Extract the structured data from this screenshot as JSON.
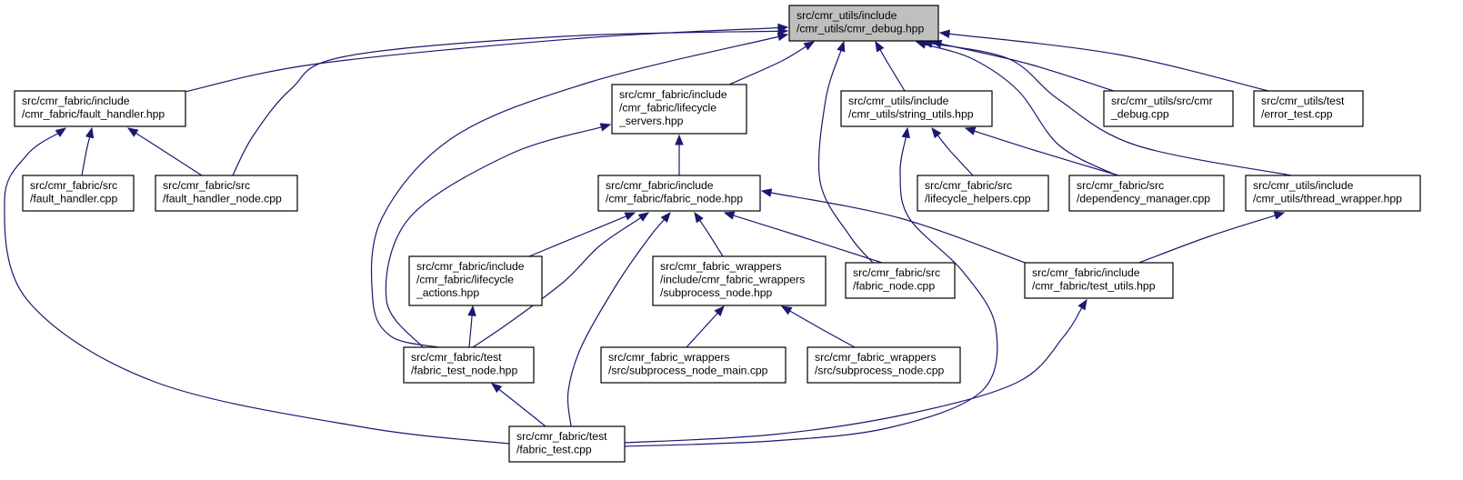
{
  "graph": {
    "nodes": [
      {
        "id": "root",
        "lines": [
          "src/cmr_utils/include",
          "/cmr_utils/cmr_debug.hpp"
        ],
        "highlight": true
      },
      {
        "id": "fault_handler_hpp",
        "lines": [
          "src/cmr_fabric/include",
          "/cmr_fabric/fault_handler.hpp"
        ]
      },
      {
        "id": "lifecycle_servers_hpp",
        "lines": [
          "src/cmr_fabric/include",
          "/cmr_fabric/lifecycle",
          "_servers.hpp"
        ]
      },
      {
        "id": "string_utils_hpp",
        "lines": [
          "src/cmr_utils/include",
          "/cmr_utils/string_utils.hpp"
        ]
      },
      {
        "id": "cmr_debug_cpp",
        "lines": [
          "src/cmr_utils/src/cmr",
          "_debug.cpp"
        ]
      },
      {
        "id": "error_test_cpp",
        "lines": [
          "src/cmr_utils/test",
          "/error_test.cpp"
        ]
      },
      {
        "id": "fault_handler_cpp",
        "lines": [
          "src/cmr_fabric/src",
          "/fault_handler.cpp"
        ]
      },
      {
        "id": "fault_handler_node_cpp",
        "lines": [
          "src/cmr_fabric/src",
          "/fault_handler_node.cpp"
        ]
      },
      {
        "id": "fabric_node_hpp",
        "lines": [
          "src/cmr_fabric/include",
          "/cmr_fabric/fabric_node.hpp"
        ]
      },
      {
        "id": "lifecycle_helpers_cpp",
        "lines": [
          "src/cmr_fabric/src",
          "/lifecycle_helpers.cpp"
        ]
      },
      {
        "id": "dependency_manager_cpp",
        "lines": [
          "src/cmr_fabric/src",
          "/dependency_manager.cpp"
        ]
      },
      {
        "id": "thread_wrapper_hpp",
        "lines": [
          "src/cmr_utils/include",
          "/cmr_utils/thread_wrapper.hpp"
        ]
      },
      {
        "id": "lifecycle_actions_hpp",
        "lines": [
          "src/cmr_fabric/include",
          "/cmr_fabric/lifecycle",
          "_actions.hpp"
        ]
      },
      {
        "id": "subprocess_node_hpp",
        "lines": [
          "src/cmr_fabric_wrappers",
          "/include/cmr_fabric_wrappers",
          "/subprocess_node.hpp"
        ]
      },
      {
        "id": "fabric_node_cpp",
        "lines": [
          "src/cmr_fabric/src",
          "/fabric_node.cpp"
        ]
      },
      {
        "id": "test_utils_hpp",
        "lines": [
          "src/cmr_fabric/include",
          "/cmr_fabric/test_utils.hpp"
        ]
      },
      {
        "id": "fabric_test_node_hpp",
        "lines": [
          "src/cmr_fabric/test",
          "/fabric_test_node.hpp"
        ]
      },
      {
        "id": "subprocess_node_main_cpp",
        "lines": [
          "src/cmr_fabric_wrappers",
          "/src/subprocess_node_main.cpp"
        ]
      },
      {
        "id": "subprocess_node_cpp",
        "lines": [
          "src/cmr_fabric_wrappers",
          "/src/subprocess_node.cpp"
        ]
      },
      {
        "id": "fabric_test_cpp",
        "lines": [
          "src/cmr_fabric/test",
          "/fabric_test.cpp"
        ]
      }
    ],
    "edges": [
      {
        "from": "root",
        "to": "fault_handler_hpp"
      },
      {
        "from": "root",
        "to": "fault_handler_node_cpp"
      },
      {
        "from": "root",
        "to": "lifecycle_servers_hpp"
      },
      {
        "from": "root",
        "to": "fabric_test_node_hpp"
      },
      {
        "from": "root",
        "to": "fabric_node_cpp"
      },
      {
        "from": "root",
        "to": "string_utils_hpp"
      },
      {
        "from": "root",
        "to": "dependency_manager_cpp"
      },
      {
        "from": "root",
        "to": "thread_wrapper_hpp"
      },
      {
        "from": "root",
        "to": "cmr_debug_cpp"
      },
      {
        "from": "root",
        "to": "error_test_cpp"
      },
      {
        "from": "fault_handler_hpp",
        "to": "fault_handler_cpp"
      },
      {
        "from": "fault_handler_hpp",
        "to": "fault_handler_node_cpp"
      },
      {
        "from": "fault_handler_hpp",
        "to": "fabric_test_cpp"
      },
      {
        "from": "lifecycle_servers_hpp",
        "to": "fabric_node_hpp"
      },
      {
        "from": "lifecycle_servers_hpp",
        "to": "fabric_test_node_hpp"
      },
      {
        "from": "string_utils_hpp",
        "to": "lifecycle_helpers_cpp"
      },
      {
        "from": "string_utils_hpp",
        "to": "dependency_manager_cpp"
      },
      {
        "from": "string_utils_hpp",
        "to": "fabric_test_cpp"
      },
      {
        "from": "fabric_node_hpp",
        "to": "lifecycle_actions_hpp"
      },
      {
        "from": "fabric_node_hpp",
        "to": "fabric_test_node_hpp"
      },
      {
        "from": "fabric_node_hpp",
        "to": "fabric_test_cpp"
      },
      {
        "from": "fabric_node_hpp",
        "to": "subprocess_node_hpp"
      },
      {
        "from": "fabric_node_hpp",
        "to": "fabric_node_cpp"
      },
      {
        "from": "fabric_node_hpp",
        "to": "test_utils_hpp"
      },
      {
        "from": "thread_wrapper_hpp",
        "to": "test_utils_hpp"
      },
      {
        "from": "lifecycle_actions_hpp",
        "to": "fabric_test_node_hpp"
      },
      {
        "from": "subprocess_node_hpp",
        "to": "subprocess_node_main_cpp"
      },
      {
        "from": "subprocess_node_hpp",
        "to": "subprocess_node_cpp"
      },
      {
        "from": "test_utils_hpp",
        "to": "fabric_test_cpp"
      },
      {
        "from": "fabric_test_node_hpp",
        "to": "fabric_test_cpp"
      }
    ],
    "colors": {
      "edge": "#191970",
      "node_border": "#000000",
      "node_fill": "#ffffff",
      "root_fill": "#bfbfbf"
    }
  }
}
